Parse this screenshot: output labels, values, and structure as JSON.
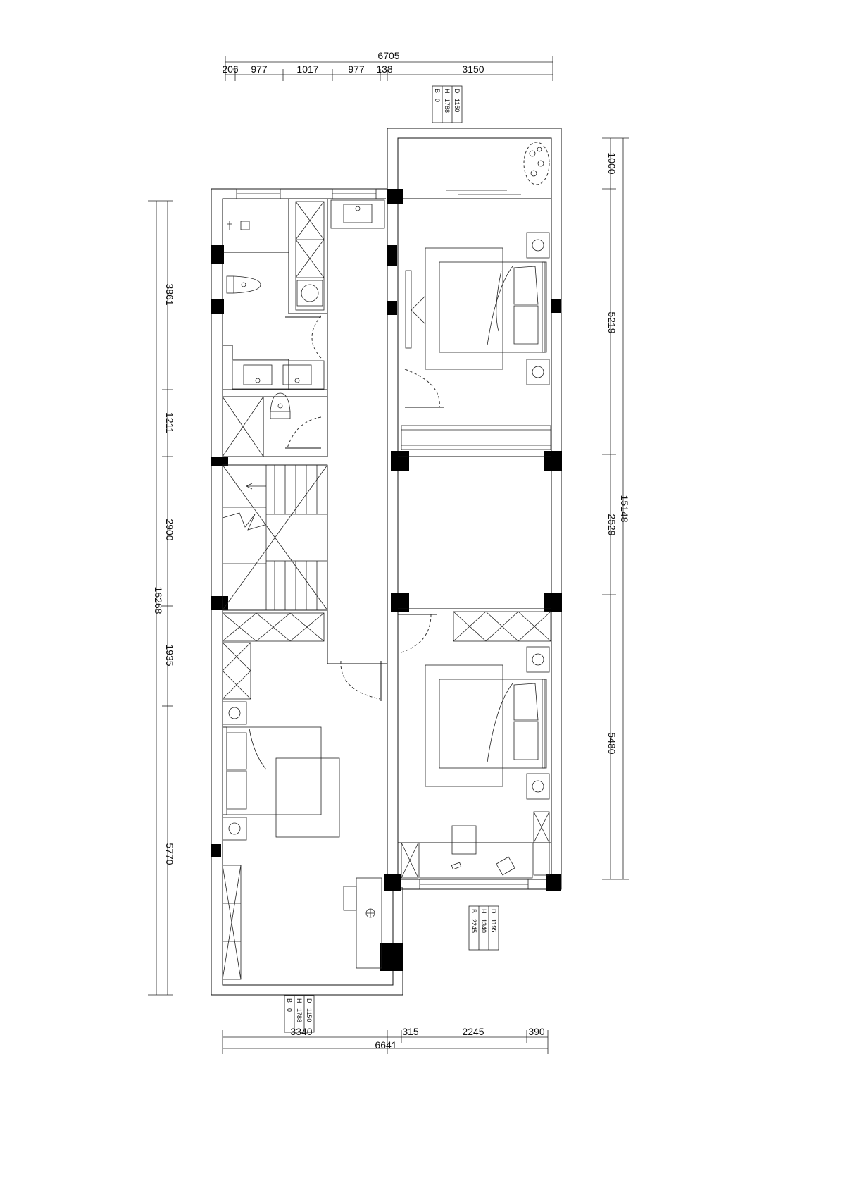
{
  "dimensions": {
    "top_total": "6705",
    "top_segments": [
      "206",
      "977",
      "1017",
      "977",
      "138",
      "3150"
    ],
    "bottom_total": "6641",
    "bottom_segments": [
      "3340",
      "315",
      "2245",
      "390"
    ],
    "left_total": "16268",
    "left_segments": [
      "3861",
      "1211",
      "2900",
      "1935",
      "5770"
    ],
    "right_total": "15148",
    "right_segments": [
      "1000",
      "5219",
      "2529",
      "5480"
    ]
  },
  "window_tags": [
    {
      "id": "tag-top",
      "rows": [
        [
          "B",
          "0"
        ],
        [
          "H",
          "1788"
        ],
        [
          "D",
          "1150"
        ]
      ]
    },
    {
      "id": "tag-right",
      "rows": [
        [
          "B",
          "2245"
        ],
        [
          "H",
          "1340"
        ],
        [
          "D",
          "1195"
        ]
      ]
    },
    {
      "id": "tag-bottom",
      "rows": [
        [
          "B",
          "0"
        ],
        [
          "H",
          "1788"
        ],
        [
          "D",
          "1150"
        ]
      ]
    }
  ],
  "colors": {
    "line": "#111111",
    "column": "#000000",
    "background": "#ffffff"
  }
}
